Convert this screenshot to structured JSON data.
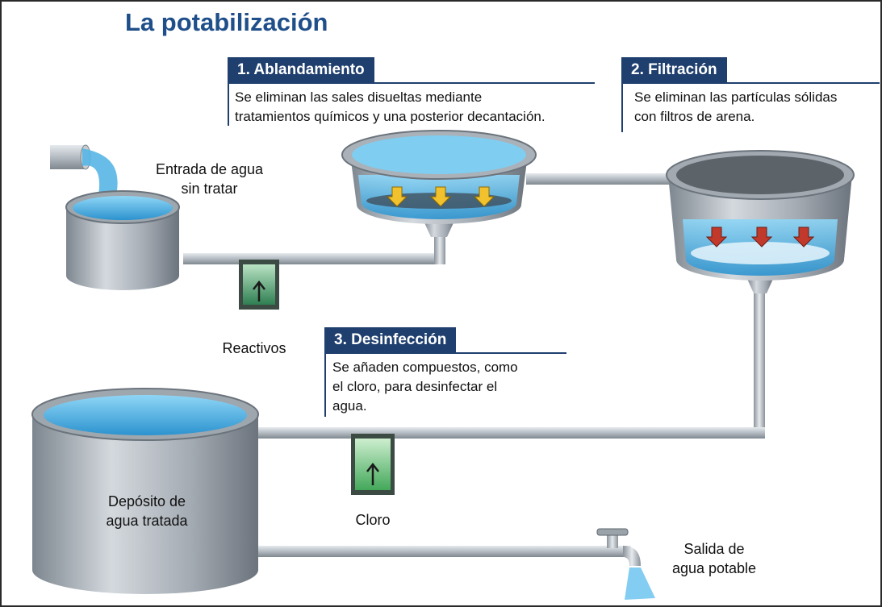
{
  "title": "La potabilización",
  "steps": [
    {
      "heading": "1. Ablandamiento",
      "lines": [
        "Se eliminan las sales disueltas mediante",
        "tratamientos químicos y una posterior decantación."
      ]
    },
    {
      "heading": "2. Filtración",
      "lines": [
        "Se eliminan las partículas sólidas",
        "con filtros de arena."
      ]
    },
    {
      "heading": "3. Desinfección",
      "lines": [
        "Se añaden compuestos, como",
        "el cloro, para desinfectar el",
        "agua."
      ]
    }
  ],
  "labels": {
    "inlet": [
      "Entrada de agua",
      "sin tratar"
    ],
    "reagents": "Reactivos",
    "chlorine": "Cloro",
    "tank": [
      "Depósito de",
      "agua tratada"
    ],
    "outlet": [
      "Salida de",
      "agua potable"
    ]
  },
  "colors": {
    "heading_bg": "#1f3f6e",
    "title": "#1f4f8a",
    "water": "#4fb4e6",
    "softening_arrows": "#f2c12e",
    "filtration_arrows": "#c0392b",
    "reagent_box": "#3e8f5e",
    "chlorine_box": "#5cb85c"
  }
}
